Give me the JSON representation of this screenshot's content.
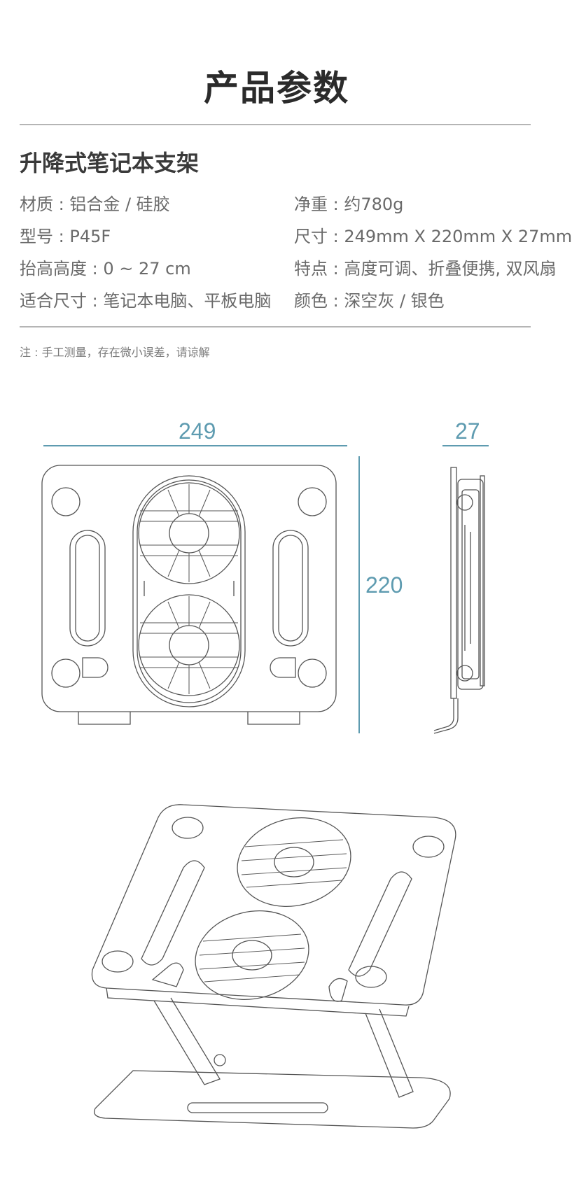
{
  "header": {
    "title": "产品参数"
  },
  "product": {
    "name": "升降式笔记本支架"
  },
  "specs": {
    "material": "材质 : 铝合金 / 硅胶",
    "weight": "净重 : 约780g",
    "model": "型号 : P45F",
    "size": "尺寸 : 249mm X 220mm X 27mm",
    "lift_height": "抬高高度 : 0 ~ 27 cm",
    "features": "特点 : 高度可调、折叠便携, 双风扇",
    "fit_size": "适合尺寸 : 笔记本电脑、平板电脑",
    "color": "颜色 : 深空灰 / 银色"
  },
  "note": "注 : 手工测量，存在微小误差，请谅解",
  "dimensions": {
    "width": "249",
    "depth": "27",
    "height": "220"
  },
  "colors": {
    "dimension_accent": "#5e9bb0",
    "line": "#b5b5b5",
    "drawing": "#555555"
  }
}
